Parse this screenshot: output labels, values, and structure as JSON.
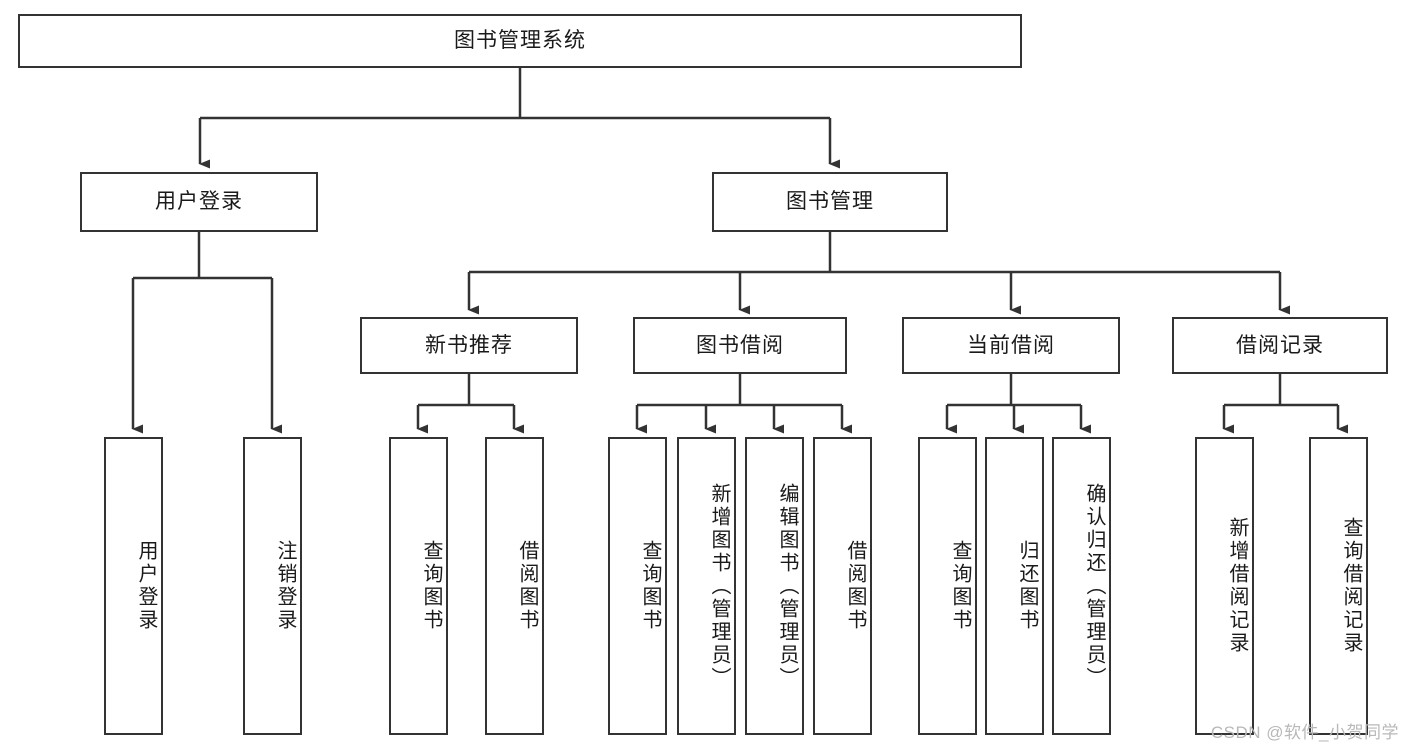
{
  "diagram": {
    "title": "图书管理系统",
    "type": "tree",
    "watermark": "CSDN @软件_小贺同学",
    "colors": {
      "stroke": "#333333",
      "fill": "#ffffff",
      "text": "#1a1a1a",
      "watermark": "#b8b8b8"
    },
    "root": {
      "label": "图书管理系统"
    },
    "level2": [
      {
        "label": "用户登录"
      },
      {
        "label": "图书管理"
      }
    ],
    "level3": [
      {
        "label": "新书推荐"
      },
      {
        "label": "图书借阅"
      },
      {
        "label": "当前借阅"
      },
      {
        "label": "借阅记录"
      }
    ],
    "leaves": {
      "user_login": [
        {
          "label": "用户登录"
        },
        {
          "label": "注销登录"
        }
      ],
      "new_book_recommend": [
        {
          "label": "查询图书"
        },
        {
          "label": "借阅图书"
        }
      ],
      "book_borrow": [
        {
          "label": "查询图书"
        },
        {
          "label": "新增图书（管理员）"
        },
        {
          "label": "编辑图书（管理员）"
        },
        {
          "label": "借阅图书"
        }
      ],
      "current_borrow": [
        {
          "label": "查询图书"
        },
        {
          "label": "归还图书"
        },
        {
          "label": "确认归还（管理员）"
        }
      ],
      "borrow_record": [
        {
          "label": "新增借阅记录"
        },
        {
          "label": "查询借阅记录"
        }
      ]
    }
  }
}
